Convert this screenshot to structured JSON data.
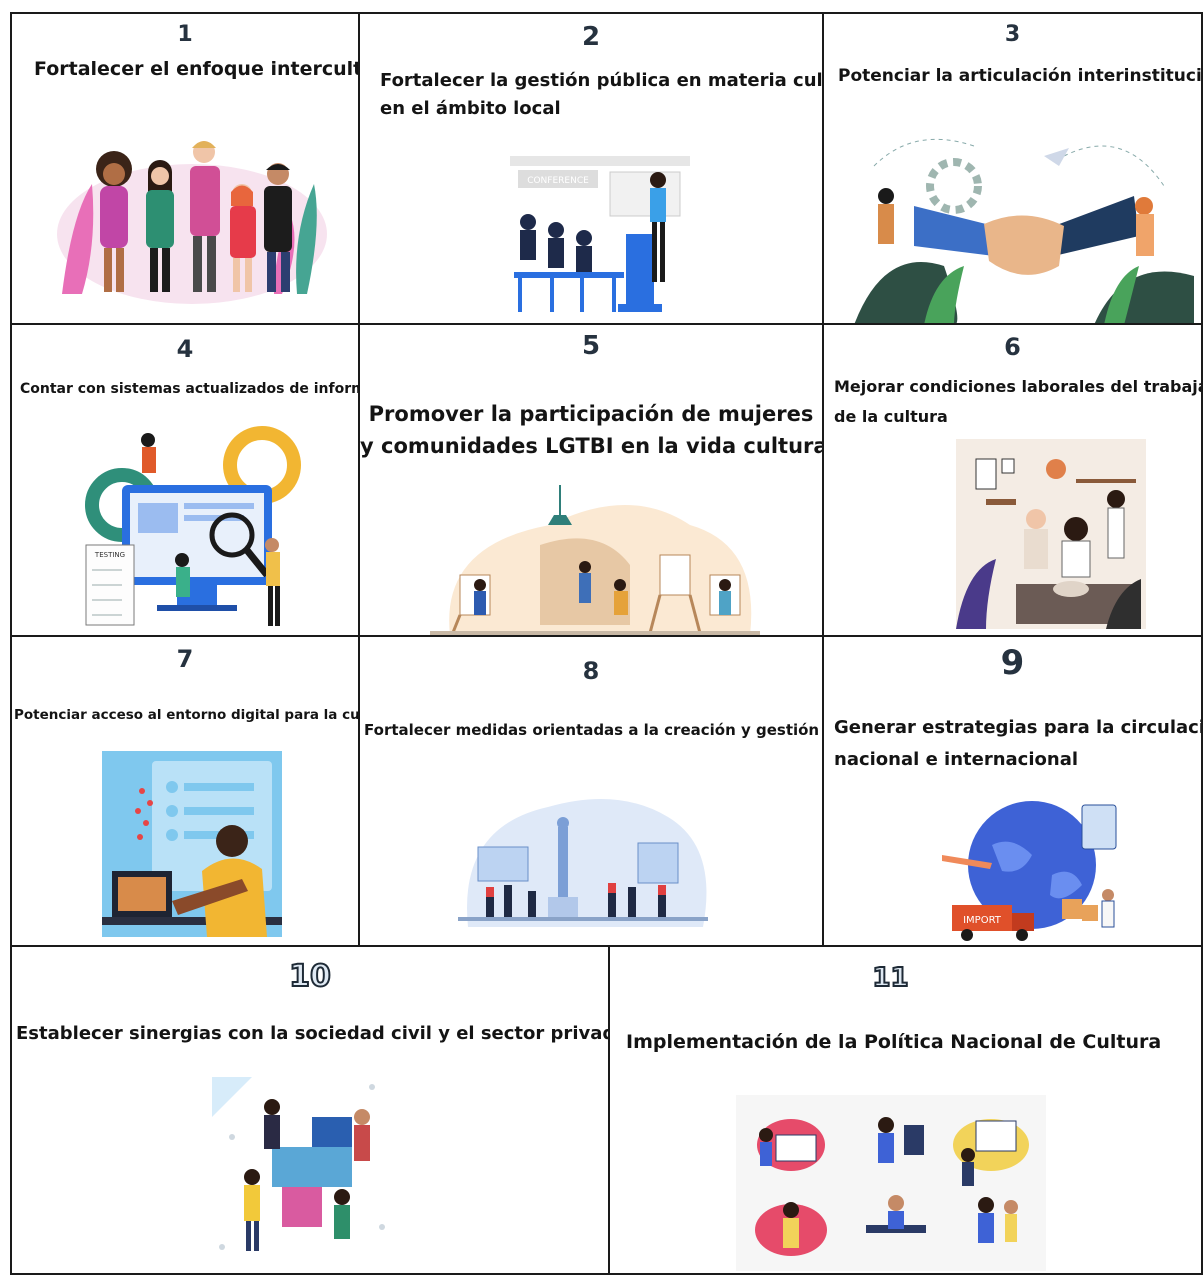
{
  "panels": [
    {
      "number": "1",
      "title": "Fortalecer el enfoque intercultural"
    },
    {
      "number": "2",
      "title_lines": [
        "Fortalecer la gestión pública en materia cultural",
        "en el ámbito local"
      ],
      "illustration_text": "CONFERENCE"
    },
    {
      "number": "3",
      "title": "Potenciar la articulación interinstitucional"
    },
    {
      "number": "4",
      "title": "Contar con sistemas actualizados de información",
      "illustration_text": "TESTING"
    },
    {
      "number": "5",
      "title_lines": [
        "Promover la participación de mujeres",
        "y comunidades LGTBI en la vida cultural"
      ]
    },
    {
      "number": "6",
      "title_lines": [
        "Mejorar condiciones laborales del trabajador",
        "de la cultura"
      ]
    },
    {
      "number": "7",
      "title": "Potenciar acceso al entorno digital para la cultura"
    },
    {
      "number": "8",
      "title": "Fortalecer medidas orientadas a la creación y gestión"
    },
    {
      "number": "9",
      "title_lines": [
        "Generar estrategias para la circulación",
        "nacional e internacional"
      ],
      "illustration_text": "IMPORT"
    },
    {
      "number": "10",
      "title": "Establecer sinergias con la sociedad civil y el sector privado"
    },
    {
      "number": "11",
      "title": "Implementación de la Política Nacional de Cultura"
    }
  ],
  "colors": {
    "border": "#1a1a1a",
    "number": "#26323f",
    "text": "#141414"
  }
}
